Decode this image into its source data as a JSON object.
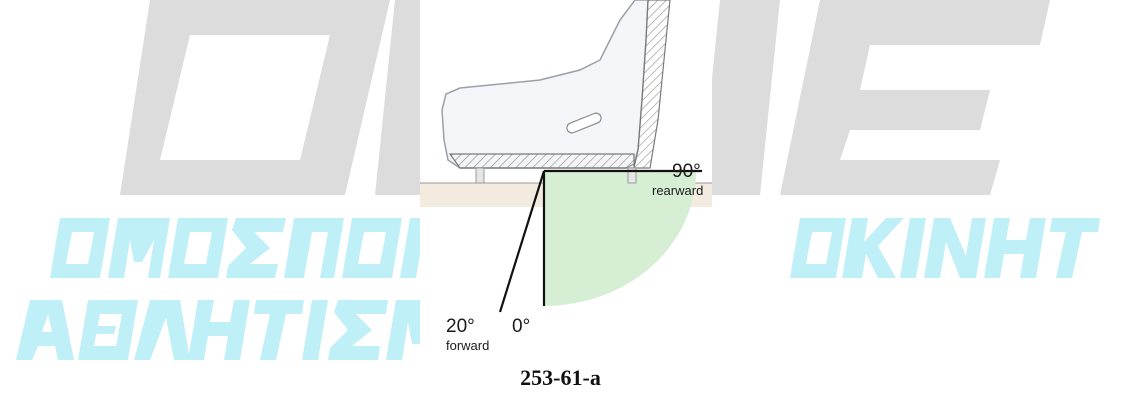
{
  "watermark": {
    "logo_text": "OMAE",
    "line1": "ΟΜΟΣΠΟΝΔΙΑ ΜΗΧΑΝΟΚΙΝΗΤΟΥ",
    "line2": "ΑΘΛΗΤΙΣΜΟΥ ΕΛΛΑΔΟΣ",
    "colors": {
      "logo": "#dcdcdc",
      "text": "#bfeff7"
    }
  },
  "diagram": {
    "angle_rearward": "90°",
    "label_rearward": "rearward",
    "angle_forward": "20°",
    "label_forward": "forward",
    "angle_zero": "0°",
    "colors": {
      "zone": "#d6efd4",
      "ground": "#f3ebe0",
      "seat": "#f4f5f8",
      "line": "#111111"
    }
  },
  "caption": "253-61-a"
}
